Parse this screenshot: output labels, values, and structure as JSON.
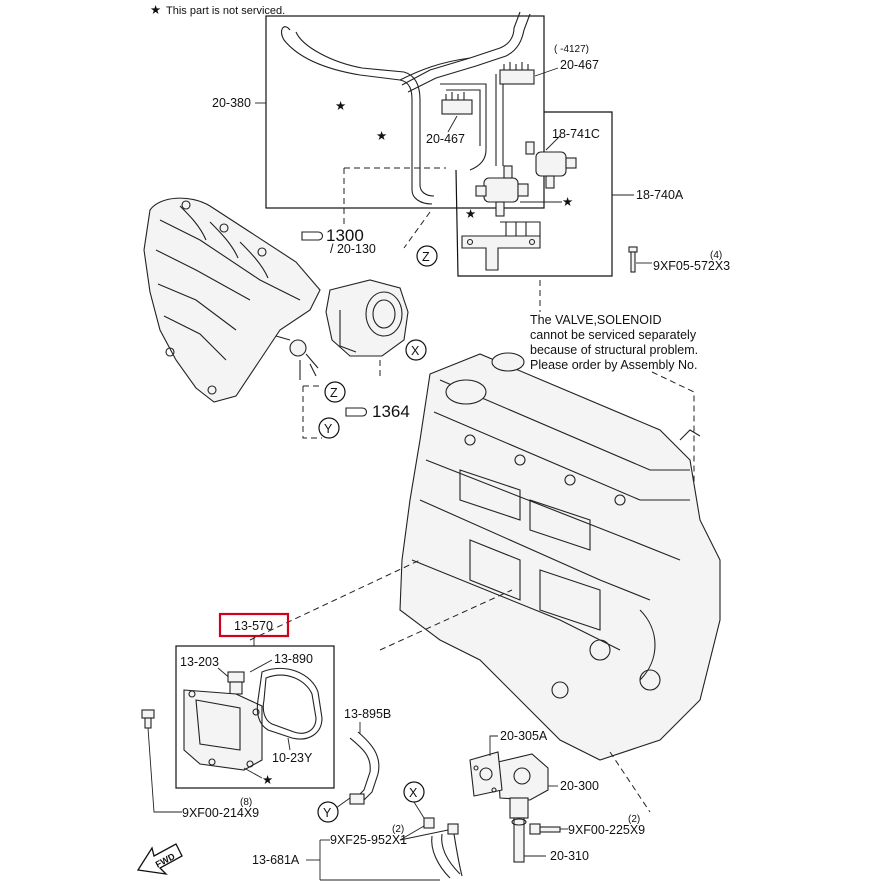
{
  "note_legend": "This part is not serviced.",
  "star_symbol": "★",
  "callouts": {
    "p20_380": "20-380",
    "p20_467_a": "20-467",
    "p20_467_b": "20-467",
    "range_4127": "( -4127)",
    "p18_741c": "18-741C",
    "p18_740a": "18-740A",
    "p1300": "1300",
    "p20_130": "/ 20-130",
    "p9xf05": "9XF05-572X3",
    "qty_9xf05": "(4)",
    "p1364": "1364",
    "p13_570": "13-570",
    "p13_203": "13-203",
    "p13_890": "13-890",
    "p13_895b": "13-895B",
    "p10_23y": "10-23Y",
    "p9xf00_214": "9XF00-214X9",
    "qty_9xf00_214": "(8)",
    "p20_305a": "20-305A",
    "p20_300": "20-300",
    "p9xf00_225": "9XF00-225X9",
    "qty_9xf00_225": "(2)",
    "p9xf25": "9XF25-952X1",
    "qty_9xf25": "(2)",
    "p13_681a": "13-681A",
    "p20_310": "20-310",
    "fwd": "FWD"
  },
  "ref_markers": {
    "z_top": "Z",
    "x_mid": "X",
    "z_mid": "Z",
    "y_mid": "Y",
    "y_bottom": "Y",
    "x_bottom": "X"
  },
  "notice": {
    "line1": "The VALVE,SOLENOID",
    "line2": "cannot be serviced separately",
    "line3": "because of structural problem.",
    "line4": "Please order by Assembly No."
  },
  "highlight_color": "#d0021b"
}
